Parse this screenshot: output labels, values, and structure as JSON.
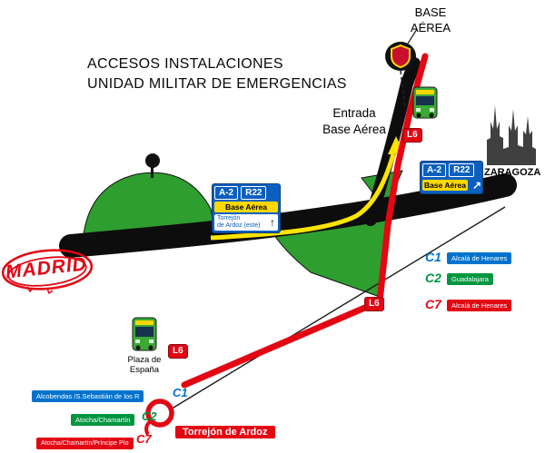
{
  "colors": {
    "red": "#e30613",
    "sign_blue": "#0b5fbf",
    "green": "#2e9e2f",
    "yellow": "#ffd800",
    "c1_blue": "#0072ce",
    "c2_green": "#009640",
    "c7_red": "#e30613"
  },
  "title": {
    "line1": "ACCESOS INSTALACIONES",
    "line2": "UNIDAD MILITAR DE EMERGENCIAS"
  },
  "base_area": {
    "line1": "BASE",
    "line2": "AÉREA"
  },
  "entrance": {
    "line1": "Entrada",
    "line2": "Base Aérea",
    "badge": "L6"
  },
  "cities": {
    "west": "MADRID",
    "east": "ZARAGOZA"
  },
  "sign_west": {
    "motorway": "A-2",
    "radial": "R22",
    "service": "Base Aérea",
    "town_line1": "Torrejón",
    "town_line2": "de Ardoz (este)",
    "arrow": "↑"
  },
  "sign_east": {
    "motorway": "A-2",
    "radial": "R22",
    "service": "Base Aérea",
    "arrow": "↗"
  },
  "bus": {
    "badge_mid": "L6",
    "badge_stop": "L6",
    "stop_line1": "Plaza de",
    "stop_line2": "España"
  },
  "rail_legend": [
    {
      "code": "C1",
      "dest": "Alcalá de Henares"
    },
    {
      "code": "C2",
      "dest": "Guadalajara"
    },
    {
      "code": "C7",
      "dest": "Alcalá de Henares"
    }
  ],
  "rail_terminus": [
    {
      "code": "C1",
      "dest": "Alcobendas /S.Sebastián de los R"
    },
    {
      "code": "C2",
      "dest": "Atocha/Chamartín"
    },
    {
      "code": "C7",
      "dest": "Atocha/Chamartín/Príncipe Pío"
    }
  ],
  "station": {
    "name": "Torrejón de Ardoz"
  }
}
